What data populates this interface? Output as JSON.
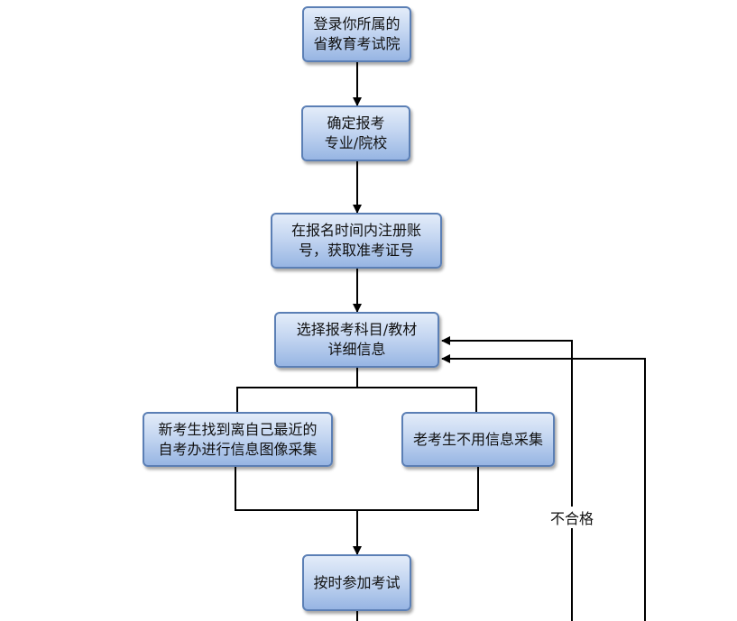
{
  "nodes": {
    "login": [
      "登录你所属的",
      "省教育考试院"
    ],
    "confirm_major": [
      "确定报考",
      "专业/院校"
    ],
    "register": [
      "在报名时间内注册账",
      "号，获取准考证号"
    ],
    "select_subjects": [
      "选择报考科目/教材",
      "详细信息"
    ],
    "new_candidate": [
      "新考生找到离自己最近的",
      "自考办进行信息图像采集"
    ],
    "old_candidate": [
      "老考生不用信息采集"
    ],
    "take_exam": [
      "按时参加考试"
    ]
  },
  "labels": {
    "fail": "不合格"
  },
  "colors": {
    "box_border": "#5b7fb5",
    "box_fill_top": "#e3ecf9",
    "box_fill_bottom": "#97b5e3",
    "line": "#000000"
  }
}
